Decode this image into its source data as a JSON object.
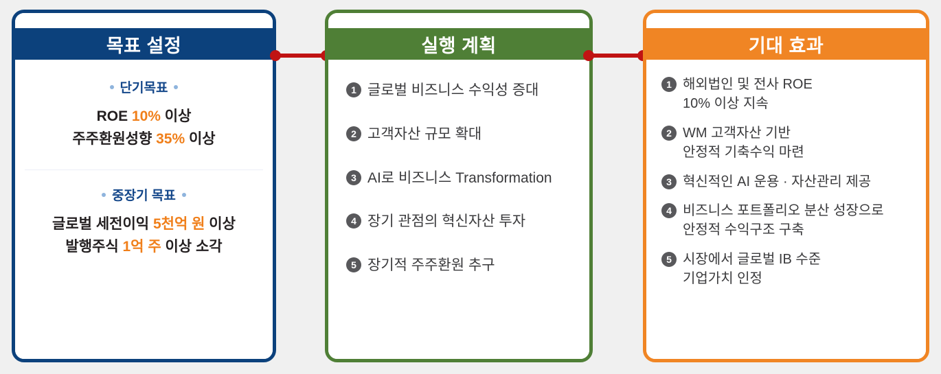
{
  "theme": {
    "background": "#f0f0f0",
    "blue": "#0c417c",
    "green": "#4f7f36",
    "orange": "#f08524",
    "connector_red": "#c01313",
    "highlight_orange": "#f07f1a",
    "subtitle_blue": "#14478a",
    "badge_gray": "#58585b"
  },
  "panels": {
    "goals": {
      "title": "목표 설정",
      "groups": [
        {
          "subtitle": "단기목표",
          "lines": [
            [
              {
                "t": "ROE ",
                "hi": false
              },
              {
                "t": "10%",
                "hi": true
              },
              {
                "t": " 이상",
                "hi": false
              }
            ],
            [
              {
                "t": "주주환원성향 ",
                "hi": false
              },
              {
                "t": "35%",
                "hi": true
              },
              {
                "t": " 이상",
                "hi": false
              }
            ]
          ]
        },
        {
          "subtitle": "중장기 목표",
          "lines": [
            [
              {
                "t": "글로벌 세전이익 ",
                "hi": false
              },
              {
                "t": "5천억 원",
                "hi": true
              },
              {
                "t": " 이상",
                "hi": false
              }
            ],
            [
              {
                "t": "발행주식 ",
                "hi": false
              },
              {
                "t": "1억 주",
                "hi": true
              },
              {
                "t": " 이상 소각",
                "hi": false
              }
            ]
          ]
        }
      ]
    },
    "plan": {
      "title": "실행 계획",
      "items": [
        {
          "num": "1",
          "text": "글로벌 비즈니스 수익성 증대"
        },
        {
          "num": "2",
          "text": "고객자산 규모 확대"
        },
        {
          "num": "3",
          "text": "AI로 비즈니스 Transformation"
        },
        {
          "num": "4",
          "text": "장기 관점의 혁신자산 투자"
        },
        {
          "num": "5",
          "text": "장기적 주주환원 추구"
        }
      ]
    },
    "effect": {
      "title": "기대 효과",
      "items": [
        {
          "num": "1",
          "text": "해외법인 및 전사 ROE\n10% 이상 지속"
        },
        {
          "num": "2",
          "text": "WM 고객자산 기반\n안정적 기축수익 마련"
        },
        {
          "num": "3",
          "text": "혁신적인 AI 운용 · 자산관리 제공"
        },
        {
          "num": "4",
          "text": "비즈니스 포트폴리오 분산 성장으로\n안정적 수익구조 구축"
        },
        {
          "num": "5",
          "text": "시장에서 글로벌 IB 수준\n기업가치 인정"
        }
      ]
    }
  },
  "connectors": [
    {
      "name": "goals-to-plan"
    },
    {
      "name": "plan-to-effect"
    }
  ]
}
